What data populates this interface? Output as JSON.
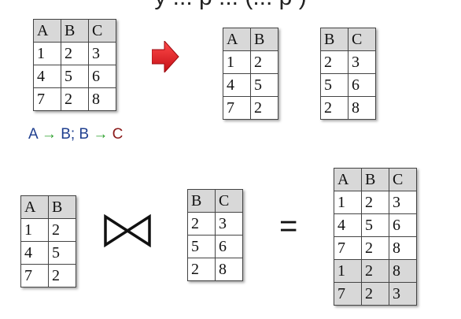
{
  "title_fragment": "y  ...  p  ...  (...  p  )",
  "colors": {
    "attr_a": "#1f3f8f",
    "attr_b": "#1f3f8f",
    "arrow": "#2aa02a",
    "attr_c": "#8b1a1a",
    "red_arrow": "#e8242c"
  },
  "fd_text": {
    "a": "A",
    "arrow1": "→",
    "b1": "B; B",
    "arrow2": "→",
    "c": "C"
  },
  "relations": {
    "r_abc": {
      "headers": [
        "A",
        "B",
        "C"
      ],
      "rows": [
        [
          "1",
          "2",
          "3"
        ],
        [
          "4",
          "5",
          "6"
        ],
        [
          "7",
          "2",
          "8"
        ]
      ]
    },
    "r_ab_top": {
      "headers": [
        "A",
        "B"
      ],
      "rows": [
        [
          "1",
          "2"
        ],
        [
          "4",
          "5"
        ],
        [
          "7",
          "2"
        ]
      ]
    },
    "r_bc_top": {
      "headers": [
        "B",
        "C"
      ],
      "rows": [
        [
          "2",
          "3"
        ],
        [
          "5",
          "6"
        ],
        [
          "2",
          "8"
        ]
      ]
    },
    "r_ab_bottom": {
      "headers": [
        "A",
        "B"
      ],
      "rows": [
        [
          "1",
          "2"
        ],
        [
          "4",
          "5"
        ],
        [
          "7",
          "2"
        ]
      ]
    },
    "r_bc_bottom": {
      "headers": [
        "B",
        "C"
      ],
      "rows": [
        [
          "2",
          "3"
        ],
        [
          "5",
          "6"
        ],
        [
          "2",
          "8"
        ]
      ]
    },
    "r_join": {
      "headers": [
        "A",
        "B",
        "C"
      ],
      "rows": [
        [
          "1",
          "2",
          "3"
        ],
        [
          "4",
          "5",
          "6"
        ],
        [
          "7",
          "2",
          "8"
        ],
        [
          "1",
          "2",
          "8"
        ],
        [
          "7",
          "2",
          "3"
        ]
      ]
    }
  },
  "equals_symbol": "="
}
